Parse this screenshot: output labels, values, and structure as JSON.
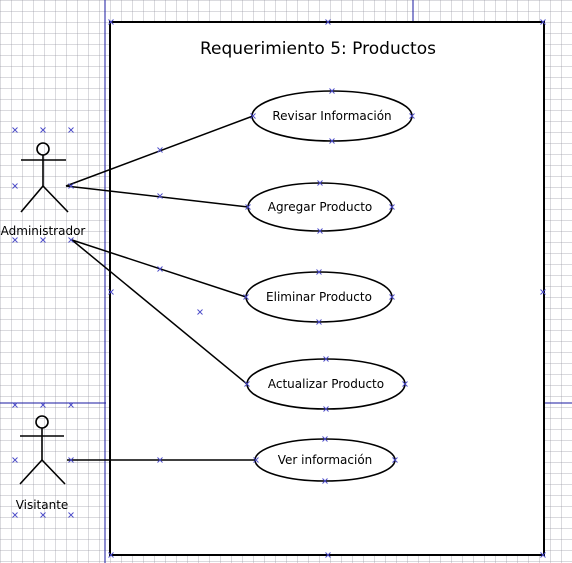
{
  "diagram": {
    "title": "Requerimiento 5: Productos",
    "actors": {
      "admin": "Administrador",
      "visitor": "Visitante"
    },
    "use_cases": {
      "revisar": "Revisar Información",
      "agregar": "Agregar Producto",
      "eliminar": "Eliminar Producto",
      "actualizar": "Actualizar Producto",
      "ver": "Ver información"
    }
  }
}
